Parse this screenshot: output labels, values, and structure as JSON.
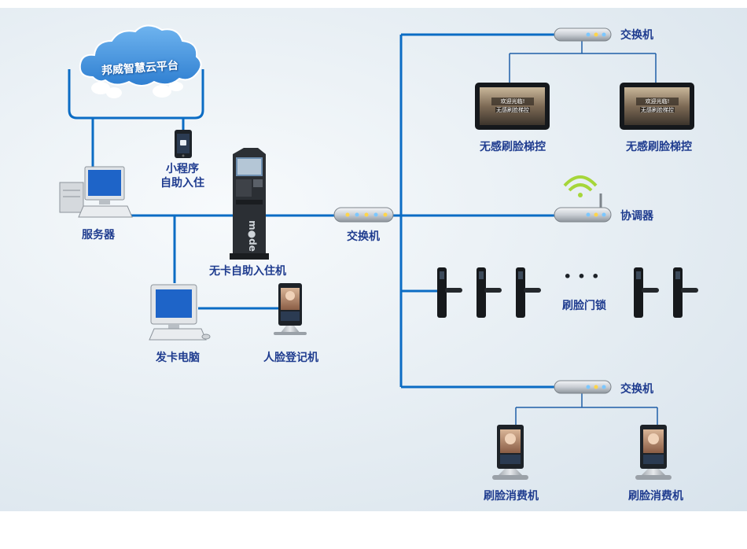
{
  "cloud": {
    "title": "邦威智慧云平台"
  },
  "nodes": {
    "server": "服务器",
    "miniprogram": "小程序\n自助入住",
    "kiosk": "无卡自助入住机",
    "switch_center": "交换机",
    "card_pc": "发卡电脑",
    "face_register": "人脸登记机",
    "switch_top": "交换机",
    "elevator_left": "无感刷脸梯控",
    "elevator_right": "无感刷脸梯控",
    "coordinator": "协调器",
    "door_lock": "刷脸门锁",
    "switch_bottom": "交换机",
    "pos_left": "刷脸消费机",
    "pos_right": "刷脸消费机"
  },
  "screens": {
    "welcome": "欢迎光临!",
    "subtitle": "无感刷脸梯控"
  },
  "ellipsis": "• • •",
  "colors": {
    "line": "#0b6cc4",
    "label": "#1f3c8f",
    "cloud": "#3b8fd9"
  }
}
